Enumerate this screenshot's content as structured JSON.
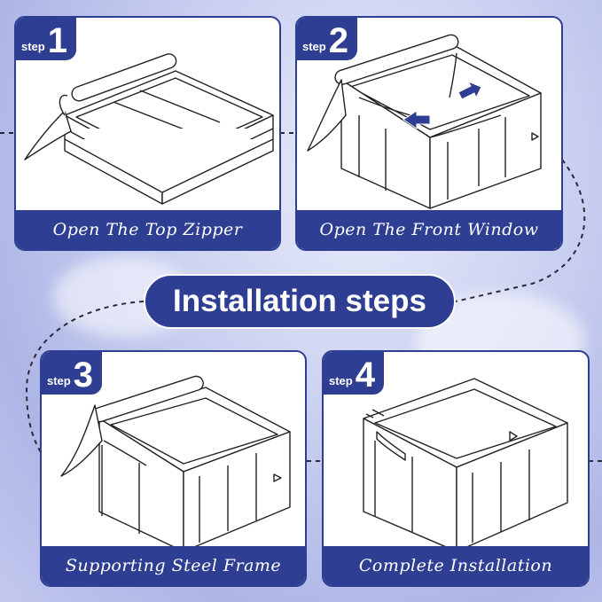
{
  "title": "Installation steps",
  "step_word": "step",
  "steps": [
    {
      "number": "1",
      "caption": "Open The Top Zipper"
    },
    {
      "number": "2",
      "caption": "Open The Front Window"
    },
    {
      "number": "3",
      "caption": "Supporting Steel Frame"
    },
    {
      "number": "4",
      "caption": "Complete Installation"
    }
  ],
  "colors": {
    "accent": "#2e3e93",
    "background": "#c7cdef",
    "card": "#ffffff"
  }
}
